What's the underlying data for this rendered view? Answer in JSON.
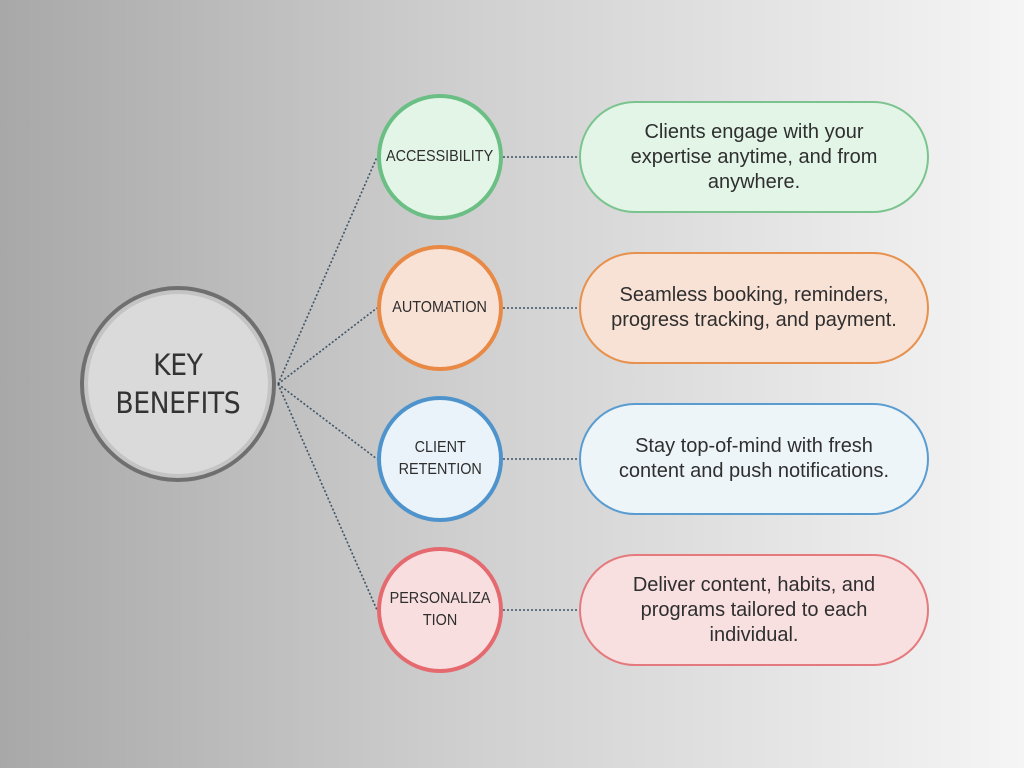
{
  "hub": {
    "title": "KEY\nBENEFITS"
  },
  "benefits": [
    {
      "label": "ACCESSIBILITY",
      "description": "Clients engage with your expertise anytime, and from anywhere.",
      "border_color": "#6bbf84",
      "fill_color": "#e2f5e6",
      "pill_border_color": "#7cc48f",
      "pill_fill_color": "#e2f5e7"
    },
    {
      "label": "AUTOMATION",
      "description": "Seamless booking, reminders, progress tracking, and payment.",
      "border_color": "#e88a45",
      "fill_color": "#f8e1d5",
      "pill_border_color": "#e6914e",
      "pill_fill_color": "#f8e1d5"
    },
    {
      "label": "CLIENT\nRETENTION",
      "description": "Stay top-of-mind with fresh content and push notifications.",
      "border_color": "#4f93cc",
      "fill_color": "#eaf3f9",
      "pill_border_color": "#5a9cd0",
      "pill_fill_color": "#eef5f9"
    },
    {
      "label": "PERSONALIZA\nTION",
      "description": "Deliver content, habits, and programs tailored to each individual.",
      "border_color": "#e56a6f",
      "fill_color": "#f8dedf",
      "pill_border_color": "#e57a7e",
      "pill_fill_color": "#f8dfe0"
    }
  ],
  "connector_color": "#3f5366"
}
